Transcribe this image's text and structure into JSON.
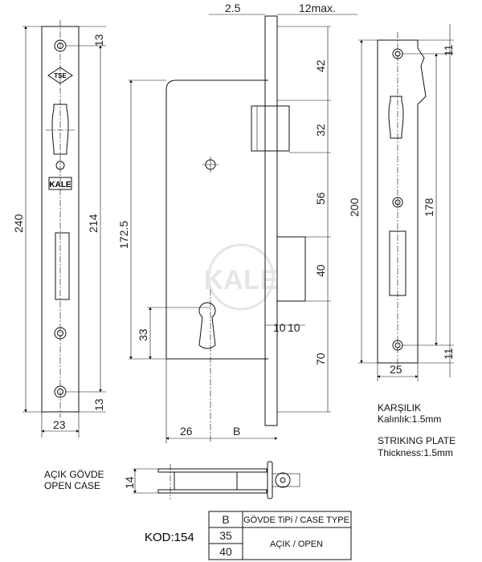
{
  "dimensions": {
    "top_2_5": "2.5",
    "top_12max": "12max.",
    "d240": "240",
    "d214": "214",
    "d13_top": "13",
    "d13_bottom": "13",
    "d23": "23",
    "d172_5": "172.5",
    "d33": "33",
    "d42": "42",
    "d32": "32",
    "d56": "56",
    "d40": "40",
    "d70": "70",
    "d10a": "10",
    "d10b": "10",
    "d26": "26",
    "dB": "B",
    "d200": "200",
    "d178": "178",
    "d11_top": "11",
    "d11_bottom": "11",
    "d25": "25",
    "d14": "14"
  },
  "logos": {
    "tse": "TSE",
    "kale": "KALE",
    "watermark": "KALE"
  },
  "striking_plate": {
    "title_tr": "KARŞILIK",
    "thickness_tr": "Kalınlık:1.5mm",
    "title_en": "STRIKING PLATE",
    "thickness_en": "Thickness:1.5mm"
  },
  "open_case": {
    "label_tr": "AÇIK GÖVDE",
    "label_en": "OPEN CASE"
  },
  "code": "KOD:154",
  "table": {
    "headers": [
      "B",
      "GÖVDE TiPi / CASE TYPE"
    ],
    "b_values": [
      "35",
      "40"
    ],
    "case_type": "AÇIK / OPEN"
  }
}
